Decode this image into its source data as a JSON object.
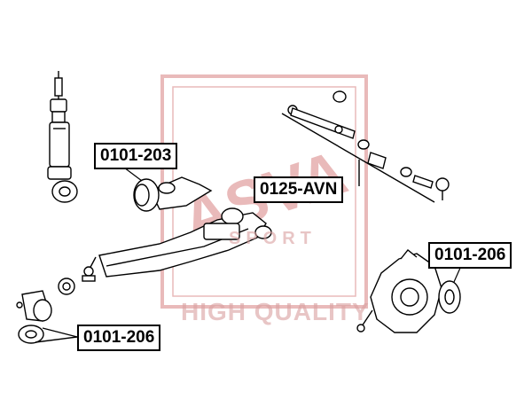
{
  "watermark": {
    "brand": "ASVA",
    "sub": "SPORT",
    "tagline": "HIGH QUALITY",
    "color": "#c23b3b"
  },
  "labels": {
    "upper_bushing": "0101-203",
    "rod_kit": "0125-AVN",
    "knuckle_bushing": "0101-206",
    "arm_bushing": "0101-206"
  },
  "colors": {
    "line": "#000000",
    "label_border": "#000000"
  }
}
